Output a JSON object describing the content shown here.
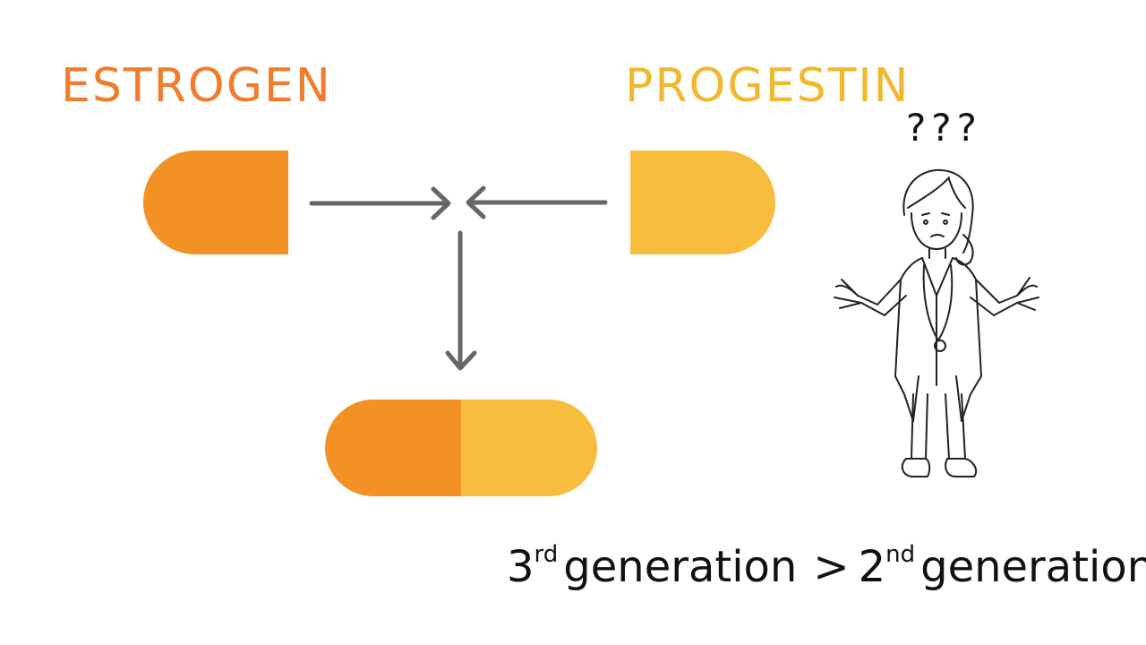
{
  "labels": {
    "estrogen": "ESTROGEN",
    "progestin": "PROGESTIN"
  },
  "doctor": {
    "thought": "???"
  },
  "formula": {
    "left_number": "3",
    "left_suffix": "rd",
    "left_word": "generation",
    "operator": ">",
    "right_number": "2",
    "right_suffix": "nd",
    "right_word": "generation"
  },
  "colors": {
    "estrogen": "#f39224",
    "progestin": "#f8bd3d",
    "estrogen_text": "#f07c2c",
    "progestin_text": "#f0b82e",
    "arrow": "#666666"
  }
}
